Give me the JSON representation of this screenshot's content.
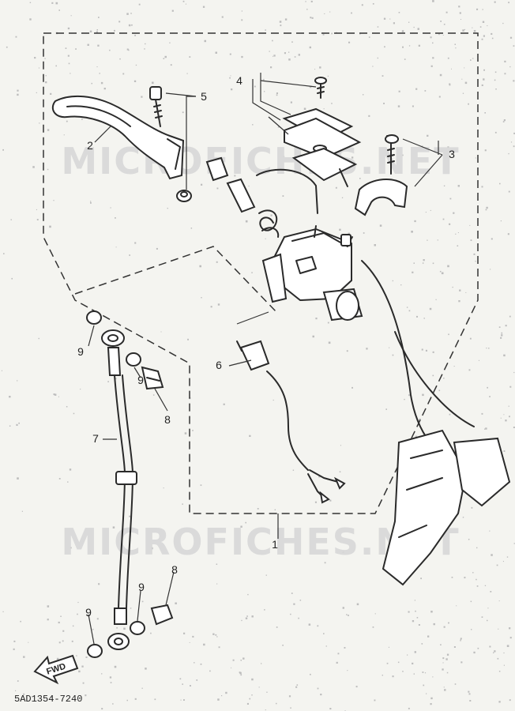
{
  "watermark": {
    "text": "MICROFICHES.NET"
  },
  "diagram_code": "5AD1354-7240",
  "direction_label": "FWD",
  "callouts": [
    {
      "id": "c1",
      "label": "1"
    },
    {
      "id": "c2",
      "label": "2"
    },
    {
      "id": "c3",
      "label": "3"
    },
    {
      "id": "c4",
      "label": "4"
    },
    {
      "id": "c5",
      "label": "5"
    },
    {
      "id": "c6",
      "label": "6"
    },
    {
      "id": "c7",
      "label": "7"
    },
    {
      "id": "c8a",
      "label": "8"
    },
    {
      "id": "c8b",
      "label": "8"
    },
    {
      "id": "c9a",
      "label": "9"
    },
    {
      "id": "c9b",
      "label": "9"
    },
    {
      "id": "c9c",
      "label": "9"
    },
    {
      "id": "c9d",
      "label": "9"
    }
  ],
  "colors": {
    "ink": "#2a2a2a",
    "paper": "#f4f4f0",
    "watermark": "#d8d8d8"
  }
}
